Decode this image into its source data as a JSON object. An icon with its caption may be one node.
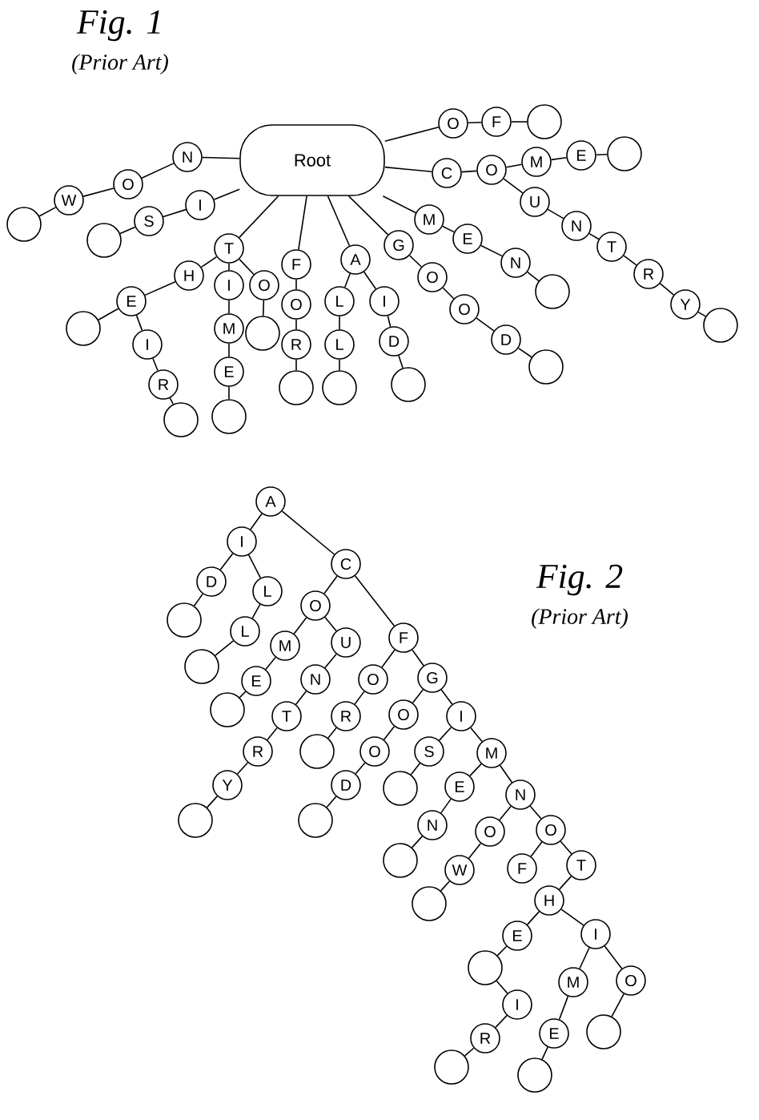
{
  "diagram": {
    "nodes": [
      {
        "text": [
          "Root"
        ]
      },
      {
        "text": [
          "N"
        ]
      },
      {
        "text": [
          "O"
        ]
      },
      {
        "text": [
          "W"
        ]
      },
      {
        "text": [],
        "shape": "circle"
      },
      {
        "text": [
          "I"
        ]
      },
      {
        "text": [
          "S"
        ]
      },
      {
        "text": [],
        "shape": "circle"
      },
      {
        "text": [
          "T"
        ]
      },
      {
        "text": [
          "H"
        ]
      },
      {
        "text": [
          "E"
        ]
      },
      {
        "text": [],
        "shape": "circle"
      },
      {
        "text": [
          "I"
        ]
      },
      {
        "text": [
          "R"
        ]
      },
      {
        "text": [],
        "shape": "circle"
      },
      {
        "text": [
          "I"
        ]
      },
      {
        "text": [
          "M"
        ]
      },
      {
        "text": [
          "E"
        ]
      },
      {
        "text": [],
        "shape": "circle"
      },
      {
        "text": [
          "O"
        ]
      },
      {
        "text": [],
        "shape": "circle"
      },
      {
        "text": [
          "F"
        ]
      },
      {
        "text": [
          "O"
        ]
      },
      {
        "text": [
          "R"
        ]
      },
      {
        "text": [],
        "shape": "circle"
      },
      {
        "text": [
          "A"
        ]
      },
      {
        "text": [
          "L"
        ]
      },
      {
        "text": [
          "L"
        ]
      },
      {
        "text": [],
        "shape": "circle"
      },
      {
        "text": [
          "I"
        ]
      },
      {
        "text": [
          "D"
        ]
      },
      {
        "text": [],
        "shape": "circle"
      },
      {
        "text": [
          "G"
        ]
      },
      {
        "text": [
          "O"
        ]
      },
      {
        "text": [
          "O"
        ]
      },
      {
        "text": [
          "D"
        ]
      },
      {
        "text": [],
        "shape": "circle"
      },
      {
        "text": [
          "M"
        ]
      },
      {
        "text": [
          "E"
        ]
      },
      {
        "text": [
          "N"
        ]
      },
      {
        "text": [],
        "shape": "circle"
      },
      {
        "text": [
          "C"
        ]
      },
      {
        "text": [
          "O"
        ]
      },
      {
        "text": [
          "M"
        ]
      },
      {
        "text": [
          "E"
        ]
      },
      {
        "text": [],
        "shape": "circle"
      },
      {
        "text": [
          "U"
        ]
      },
      {
        "text": [
          "N"
        ]
      },
      {
        "text": [
          "T"
        ]
      },
      {
        "text": [
          "R"
        ]
      },
      {
        "text": [
          "Y"
        ]
      },
      {
        "text": [],
        "shape": "circle"
      },
      {
        "text": [
          "O"
        ]
      },
      {
        "text": [
          "F"
        ]
      },
      {
        "text": [],
        "shape": "circle"
      },
      {
        "text": [
          "A"
        ]
      },
      {
        "text": [
          "I"
        ]
      },
      {
        "text": [
          "D"
        ]
      },
      {
        "text": [],
        "shape": "circle"
      },
      {
        "text": [
          "L"
        ]
      },
      {
        "text": [
          "L"
        ]
      },
      {
        "text": [],
        "shape": "circle"
      },
      {
        "text": [
          "C"
        ]
      },
      {
        "text": [
          "O"
        ]
      },
      {
        "text": [
          "M"
        ]
      },
      {
        "text": [
          "E"
        ]
      },
      {
        "text": [],
        "shape": "circle"
      },
      {
        "text": [
          "U"
        ]
      },
      {
        "text": [
          "N"
        ]
      },
      {
        "text": [
          "T"
        ]
      },
      {
        "text": [
          "R"
        ]
      },
      {
        "text": [
          "Y"
        ]
      },
      {
        "text": [],
        "shape": "circle"
      },
      {
        "text": [
          "F"
        ]
      },
      {
        "text": [
          "O"
        ]
      },
      {
        "text": [
          "R"
        ]
      },
      {
        "text": [],
        "shape": "circle"
      },
      {
        "text": [
          "G"
        ]
      },
      {
        "text": [
          "O"
        ]
      },
      {
        "text": [
          "O"
        ]
      },
      {
        "text": [
          "D"
        ]
      },
      {
        "text": [],
        "shape": "circle"
      },
      {
        "text": [
          "I"
        ]
      },
      {
        "text": [
          "S"
        ]
      },
      {
        "text": [],
        "shape": "circle"
      },
      {
        "text": [
          "M"
        ]
      },
      {
        "text": [
          "E"
        ]
      },
      {
        "text": [
          "N"
        ]
      },
      {
        "text": [],
        "shape": "circle"
      },
      {
        "text": [
          "N"
        ]
      },
      {
        "text": [
          "O"
        ]
      },
      {
        "text": [
          "W"
        ]
      },
      {
        "text": [],
        "shape": "circle"
      },
      {
        "text": [
          "O"
        ]
      },
      {
        "text": [
          "F"
        ]
      },
      {
        "text": [
          "T"
        ]
      },
      {
        "text": [
          "H"
        ]
      },
      {
        "text": [
          "E"
        ]
      },
      {
        "text": [],
        "shape": "circle"
      },
      {
        "text": [
          "I"
        ]
      },
      {
        "text": [
          "R"
        ]
      },
      {
        "text": [],
        "shape": "circle"
      },
      {
        "text": [
          "I"
        ]
      },
      {
        "text": [
          "M"
        ]
      },
      {
        "text": [
          "E"
        ]
      },
      {
        "text": [],
        "shape": "circle"
      },
      {
        "text": [
          "O"
        ]
      },
      {
        "text": [],
        "shape": "circle"
      }
    ],
    "edges": [
      {
        "from": 0,
        "to": 1,
        "arrow": "none"
      },
      {
        "from": 1,
        "to": 2,
        "arrow": "none"
      },
      {
        "from": 2,
        "to": 3,
        "arrow": "none"
      },
      {
        "from": 3,
        "to": 4,
        "arrow": "none"
      },
      {
        "from": 0,
        "to": 5,
        "arrow": "none"
      },
      {
        "from": 5,
        "to": 6,
        "arrow": "none"
      },
      {
        "from": 6,
        "to": 7,
        "arrow": "none"
      },
      {
        "from": 0,
        "to": 8,
        "arrow": "none"
      },
      {
        "from": 8,
        "to": 9,
        "arrow": "none"
      },
      {
        "from": 9,
        "to": 10,
        "arrow": "none"
      },
      {
        "from": 10,
        "to": 11,
        "arrow": "none"
      },
      {
        "from": 10,
        "to": 12,
        "arrow": "none"
      },
      {
        "from": 12,
        "to": 13,
        "arrow": "none"
      },
      {
        "from": 13,
        "to": 14,
        "arrow": "none"
      },
      {
        "from": 8,
        "to": 15,
        "arrow": "none"
      },
      {
        "from": 15,
        "to": 16,
        "arrow": "none"
      },
      {
        "from": 16,
        "to": 17,
        "arrow": "none"
      },
      {
        "from": 17,
        "to": 18,
        "arrow": "none"
      },
      {
        "from": 8,
        "to": 19,
        "arrow": "none"
      },
      {
        "from": 19,
        "to": 20,
        "arrow": "none"
      },
      {
        "from": 0,
        "to": 21,
        "arrow": "none"
      },
      {
        "from": 21,
        "to": 22,
        "arrow": "none"
      },
      {
        "from": 22,
        "to": 23,
        "arrow": "none"
      },
      {
        "from": 23,
        "to": 24,
        "arrow": "none"
      },
      {
        "from": 0,
        "to": 25,
        "arrow": "none"
      },
      {
        "from": 25,
        "to": 26,
        "arrow": "none"
      },
      {
        "from": 26,
        "to": 27,
        "arrow": "none"
      },
      {
        "from": 27,
        "to": 28,
        "arrow": "none"
      },
      {
        "from": 25,
        "to": 29,
        "arrow": "none"
      },
      {
        "from": 29,
        "to": 30,
        "arrow": "none"
      },
      {
        "from": 30,
        "to": 31,
        "arrow": "none"
      },
      {
        "from": 0,
        "to": 32,
        "arrow": "none"
      },
      {
        "from": 32,
        "to": 33,
        "arrow": "none"
      },
      {
        "from": 33,
        "to": 34,
        "arrow": "none"
      },
      {
        "from": 34,
        "to": 35,
        "arrow": "none"
      },
      {
        "from": 35,
        "to": 36,
        "arrow": "none"
      },
      {
        "from": 0,
        "to": 37,
        "arrow": "none"
      },
      {
        "from": 37,
        "to": 38,
        "arrow": "none"
      },
      {
        "from": 38,
        "to": 39,
        "arrow": "none"
      },
      {
        "from": 39,
        "to": 40,
        "arrow": "none"
      },
      {
        "from": 0,
        "to": 41,
        "arrow": "none"
      },
      {
        "from": 41,
        "to": 42,
        "arrow": "none"
      },
      {
        "from": 42,
        "to": 43,
        "arrow": "none"
      },
      {
        "from": 43,
        "to": 44,
        "arrow": "none"
      },
      {
        "from": 44,
        "to": 45,
        "arrow": "none"
      },
      {
        "from": 42,
        "to": 46,
        "arrow": "none"
      },
      {
        "from": 46,
        "to": 47,
        "arrow": "none"
      },
      {
        "from": 47,
        "to": 48,
        "arrow": "none"
      },
      {
        "from": 48,
        "to": 49,
        "arrow": "none"
      },
      {
        "from": 49,
        "to": 50,
        "arrow": "none"
      },
      {
        "from": 50,
        "to": 51,
        "arrow": "none"
      },
      {
        "from": 0,
        "to": 52,
        "arrow": "none"
      },
      {
        "from": 52,
        "to": 53,
        "arrow": "none"
      },
      {
        "from": 53,
        "to": 54,
        "arrow": "none"
      },
      {
        "from": 55,
        "to": 56,
        "arrow": "none"
      },
      {
        "from": 56,
        "to": 57,
        "arrow": "none"
      },
      {
        "from": 57,
        "to": 58,
        "arrow": "none"
      },
      {
        "from": 56,
        "to": 59,
        "arrow": "none"
      },
      {
        "from": 59,
        "to": 60,
        "arrow": "none"
      },
      {
        "from": 60,
        "to": 61,
        "arrow": "none"
      },
      {
        "from": 55,
        "to": 62,
        "arrow": "none"
      },
      {
        "from": 62,
        "to": 63,
        "arrow": "none"
      },
      {
        "from": 63,
        "to": 64,
        "arrow": "none"
      },
      {
        "from": 64,
        "to": 65,
        "arrow": "none"
      },
      {
        "from": 65,
        "to": 66,
        "arrow": "none"
      },
      {
        "from": 63,
        "to": 67,
        "arrow": "none"
      },
      {
        "from": 67,
        "to": 68,
        "arrow": "none"
      },
      {
        "from": 68,
        "to": 69,
        "arrow": "none"
      },
      {
        "from": 69,
        "to": 70,
        "arrow": "none"
      },
      {
        "from": 70,
        "to": 71,
        "arrow": "none"
      },
      {
        "from": 71,
        "to": 72,
        "arrow": "none"
      },
      {
        "from": 62,
        "to": 73,
        "arrow": "none"
      },
      {
        "from": 73,
        "to": 74,
        "arrow": "none"
      },
      {
        "from": 74,
        "to": 75,
        "arrow": "none"
      },
      {
        "from": 75,
        "to": 76,
        "arrow": "none"
      },
      {
        "from": 73,
        "to": 77,
        "arrow": "none"
      },
      {
        "from": 77,
        "to": 78,
        "arrow": "none"
      },
      {
        "from": 78,
        "to": 79,
        "arrow": "none"
      },
      {
        "from": 79,
        "to": 80,
        "arrow": "none"
      },
      {
        "from": 80,
        "to": 81,
        "arrow": "none"
      },
      {
        "from": 77,
        "to": 82,
        "arrow": "none"
      },
      {
        "from": 82,
        "to": 83,
        "arrow": "none"
      },
      {
        "from": 83,
        "to": 84,
        "arrow": "none"
      },
      {
        "from": 82,
        "to": 85,
        "arrow": "none"
      },
      {
        "from": 85,
        "to": 86,
        "arrow": "none"
      },
      {
        "from": 86,
        "to": 87,
        "arrow": "none"
      },
      {
        "from": 87,
        "to": 88,
        "arrow": "none"
      },
      {
        "from": 85,
        "to": 89,
        "arrow": "none"
      },
      {
        "from": 89,
        "to": 90,
        "arrow": "none"
      },
      {
        "from": 90,
        "to": 91,
        "arrow": "none"
      },
      {
        "from": 91,
        "to": 92,
        "arrow": "none"
      },
      {
        "from": 89,
        "to": 93,
        "arrow": "none"
      },
      {
        "from": 93,
        "to": 94,
        "arrow": "none"
      },
      {
        "from": 93,
        "to": 95,
        "arrow": "none"
      },
      {
        "from": 95,
        "to": 96,
        "arrow": "none"
      },
      {
        "from": 96,
        "to": 97,
        "arrow": "none"
      },
      {
        "from": 97,
        "to": 98,
        "arrow": "none"
      },
      {
        "from": 98,
        "to": 99,
        "arrow": "none"
      },
      {
        "from": 99,
        "to": 100,
        "arrow": "none"
      },
      {
        "from": 100,
        "to": 101,
        "arrow": "none"
      },
      {
        "from": 96,
        "to": 102,
        "arrow": "none"
      },
      {
        "from": 102,
        "to": 103,
        "arrow": "none"
      },
      {
        "from": 103,
        "to": 104,
        "arrow": "none"
      },
      {
        "from": 104,
        "to": 105,
        "arrow": "none"
      },
      {
        "from": 102,
        "to": 106,
        "arrow": "none"
      },
      {
        "from": 106,
        "to": 107,
        "arrow": "none"
      }
    ],
    "labels": [
      "Fig. 1",
      "(Prior Art)",
      "Fig. 2",
      "(Prior Art)"
    ]
  }
}
